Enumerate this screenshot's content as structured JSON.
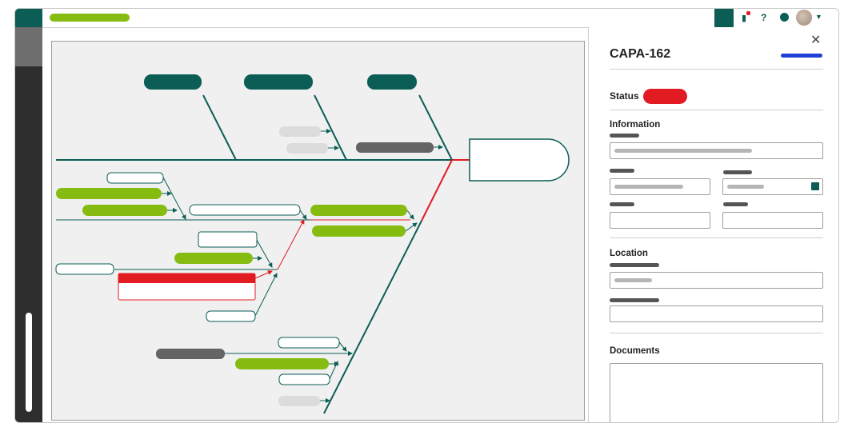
{
  "header": {
    "logo_icon": "app-logo-square",
    "notifications_icon": "bell-icon",
    "help_label": "?",
    "status_icon": "status-dot-icon",
    "avatar_icon": "user-avatar",
    "menu_icon": "chevron-down-icon"
  },
  "panel": {
    "title": "CAPA-162",
    "close_label": "✕",
    "status_label": "Status",
    "sections": {
      "information": "Information",
      "location": "Location",
      "documents": "Documents"
    }
  },
  "colors": {
    "brand": "#0b5d55",
    "accent_green": "#86bc12",
    "alert": "#e21b23",
    "link_blue": "#1f3fd6"
  }
}
